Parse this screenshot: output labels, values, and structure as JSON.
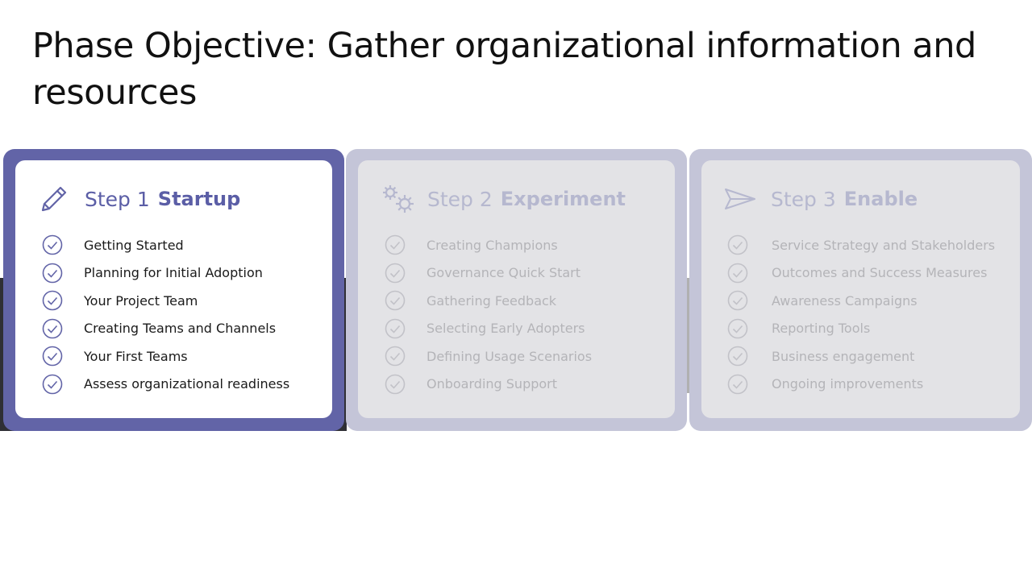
{
  "slide": {
    "title": "Phase Objective: Gather organizational information and resources"
  },
  "steps": [
    {
      "step_label": "Step 1",
      "name": "Startup",
      "icon": "pencil-icon",
      "state": "active",
      "items": [
        "Getting Started",
        "Planning for Initial Adoption",
        "Your Project Team",
        "Creating Teams and Channels",
        "Your First Teams",
        "Assess organizational readiness"
      ]
    },
    {
      "step_label": "Step 2",
      "name": "Experiment",
      "icon": "gears-icon",
      "state": "inactive",
      "items": [
        "Creating Champions",
        "Governance Quick Start",
        "Gathering Feedback",
        "Selecting Early Adopters",
        "Defining Usage Scenarios",
        "Onboarding Support"
      ]
    },
    {
      "step_label": "Step 3",
      "name": "Enable",
      "icon": "send-icon",
      "state": "inactive",
      "items": [
        "Service Strategy and Stakeholders",
        "Outcomes and Success Measures",
        "Awareness Campaigns",
        "Reporting Tools",
        "Business engagement",
        "Ongoing improvements"
      ]
    }
  ],
  "colors": {
    "accent": "#6264a7",
    "inactive_frame": "#c4c5d8",
    "inactive_card": "#e3e3e6",
    "inactive_text": "#b4b4b8"
  }
}
